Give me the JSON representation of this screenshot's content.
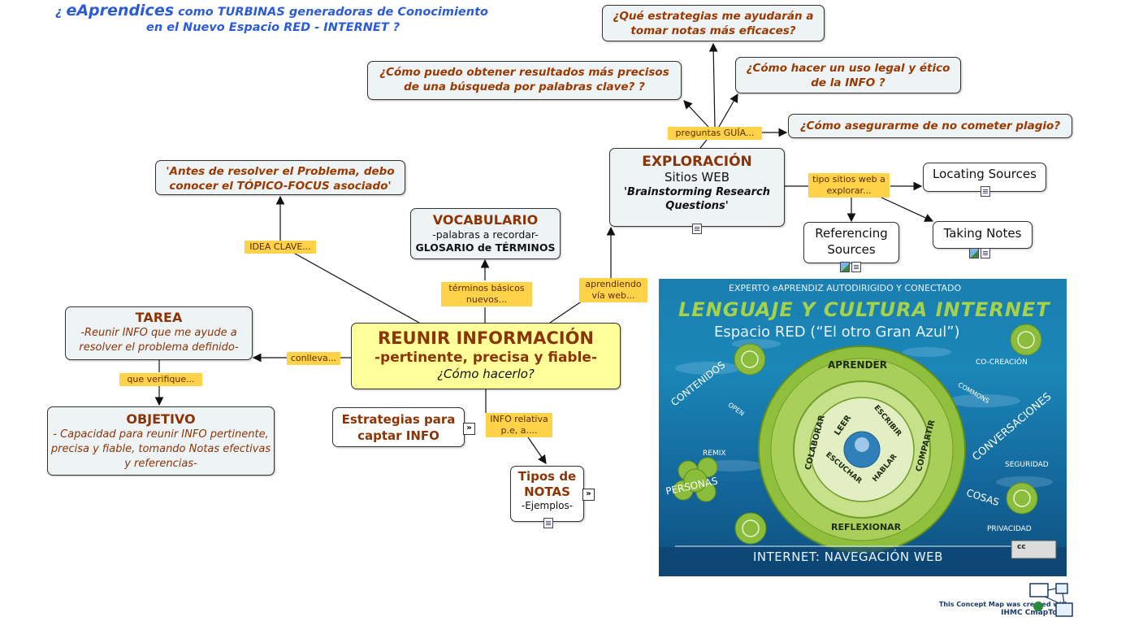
{
  "title": {
    "prefix": "¿ ",
    "brand": "eAprendices",
    "line1_rest": "  como TURBINAS generadoras de Conocimiento",
    "line2": "en el Nuevo Espacio RED - INTERNET ?"
  },
  "nodes": {
    "q_estrategias": "¿Qué estrategias me ayudarán a tomar notas más eficaces?",
    "q_resultados": "¿Cómo puedo obtener resultados más precisos de una búsqueda por palabras clave? ?",
    "q_legal": "¿Cómo hacer un uso legal y ético de la INFO ?",
    "q_plagio": "¿Cómo asegurarme de no cometer plagio?",
    "antes": "'Antes de resolver el Problema, debo conocer el TÓPICO-FOCUS asociado'",
    "exploracion": {
      "head": "EXPLORACIÓN",
      "sub": "Sitios WEB",
      "body": "'Brainstorming Research Questions'"
    },
    "vocabulario": {
      "head": "VOCABULARIO",
      "sub": "-palabras a recordar-",
      "body": "GLOSARIO de TÉRMINOS"
    },
    "locating": "Locating Sources",
    "referencing": "Referencing Sources",
    "taking": "Taking Notes",
    "tarea": {
      "head": "TAREA",
      "body": "-Reunir INFO que me ayude a resolver el problema definido-"
    },
    "reunir": {
      "head": "REUNIR INFORMACIÓN",
      "sub": "-pertinente, precisa y fiable-",
      "body": "¿Cómo hacerlo?"
    },
    "objetivo": {
      "head": "OBJETIVO",
      "body": "- Capacidad para reunir INFO pertinente, precisa y fiable, tomando Notas efectivas y referencias-"
    },
    "estrategias_captar": "Estrategias para captar INFO",
    "tipos": {
      "head": "Tipos de NOTAS",
      "body": "-Ejemplos-"
    }
  },
  "labels": {
    "preguntas": "preguntas GUÍA...",
    "tipo_sitios": "tipo sitios web a explorar...",
    "idea_clave": "IDEA CLAVE...",
    "terminos": "términos  básicos nuevos...",
    "aprendiendo": "aprendiendo vía web...",
    "conlleva": "conlleva...",
    "que_verifique": "que verifique...",
    "info_relativa": "INFO relativa p.e, a...."
  },
  "poster": {
    "top": "EXPERTO eAPRENDIZ AUTODIRIGIDO Y CONECTADO",
    "main": "LENGUAJE Y CULTURA INTERNET",
    "sub": "Espacio RED (“El otro Gran Azul”)",
    "aprender": "APRENDER",
    "reflexionar": "REFLEXIONAR",
    "colaborar": "COLABORAR",
    "compartir": "COMPARTIR",
    "leer": "LEER",
    "escribir": "ESCRIBIR",
    "escuchar": "ESCUCHAR",
    "hablar": "HABLAR",
    "contenidos": "CONTENIDOS",
    "open": "OPEN",
    "remix": "REMIX",
    "personas": "PERSONAS",
    "cocreacion": "CO-CREACIÓN",
    "commons": "COMMONS",
    "conversaciones": "CONVERSACIONES",
    "seguridad": "SEGURIDAD",
    "cosas": "COSAS",
    "privacidad": "PRIVACIDAD",
    "bottom": "INTERNET: NAVEGACIÓN WEB",
    "cc": "cc"
  },
  "footer": {
    "line1": "This Concept Map was created with",
    "line2": "IHMC CmapTools"
  },
  "colors": {
    "node_bg": "#eef3f6",
    "center_bg": "#ffff99",
    "label_bg": "#ffd24a",
    "text_brown": "#8b3405",
    "title_blue": "#2b5cd6"
  }
}
